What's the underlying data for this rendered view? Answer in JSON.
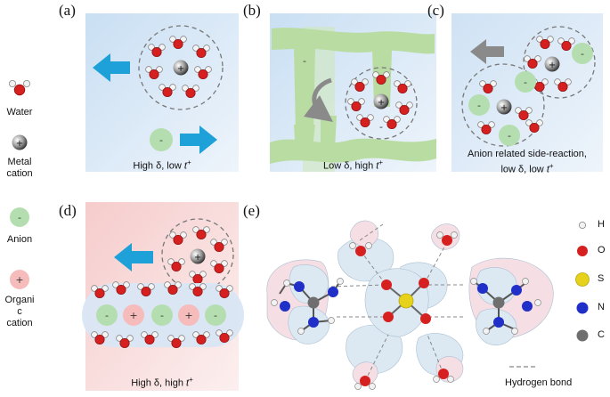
{
  "panels": {
    "a": {
      "label": "(a)",
      "caption_main": "High δ, low ",
      "caption_t": "t",
      "caption_sup": "+"
    },
    "b": {
      "label": "(b)",
      "caption_main": "Low δ, high ",
      "caption_t": "t",
      "caption_sup": "+"
    },
    "c": {
      "label": "(c)",
      "caption_line1": "Anion related side-reaction,",
      "caption_main": "low δ, low ",
      "caption_t": "t",
      "caption_sup": "+"
    },
    "d": {
      "label": "(d)",
      "caption_main": "High δ, high ",
      "caption_t": "t",
      "caption_sup": "+"
    },
    "e": {
      "label": "(e)"
    }
  },
  "legend_left": {
    "water": "Water",
    "metal_cation": "Metal\ncation",
    "anion": "Anion",
    "organic_cation": "Organi\nc\ncation",
    "plus": "+",
    "minus": "-"
  },
  "legend_right": {
    "h": "H",
    "o": "O",
    "s": "S",
    "n": "N",
    "c": "C",
    "hbond": "Hydrogen bond"
  },
  "colors": {
    "panel_blue": "#dce9f6",
    "panel_pink": "#f9dcdc",
    "arrow_blue": "#1ea0d8",
    "arrow_gray": "#8a8a8a",
    "anion_green": "#b5deb0",
    "organic_pink": "#f6bcbc",
    "oxygen_red": "#d62020",
    "sulfur_yellow": "#e6d21a",
    "nitrogen_blue": "#1f2fc8",
    "carbon_gray": "#6f6f6f",
    "polymer_green": "#b9dca2"
  }
}
